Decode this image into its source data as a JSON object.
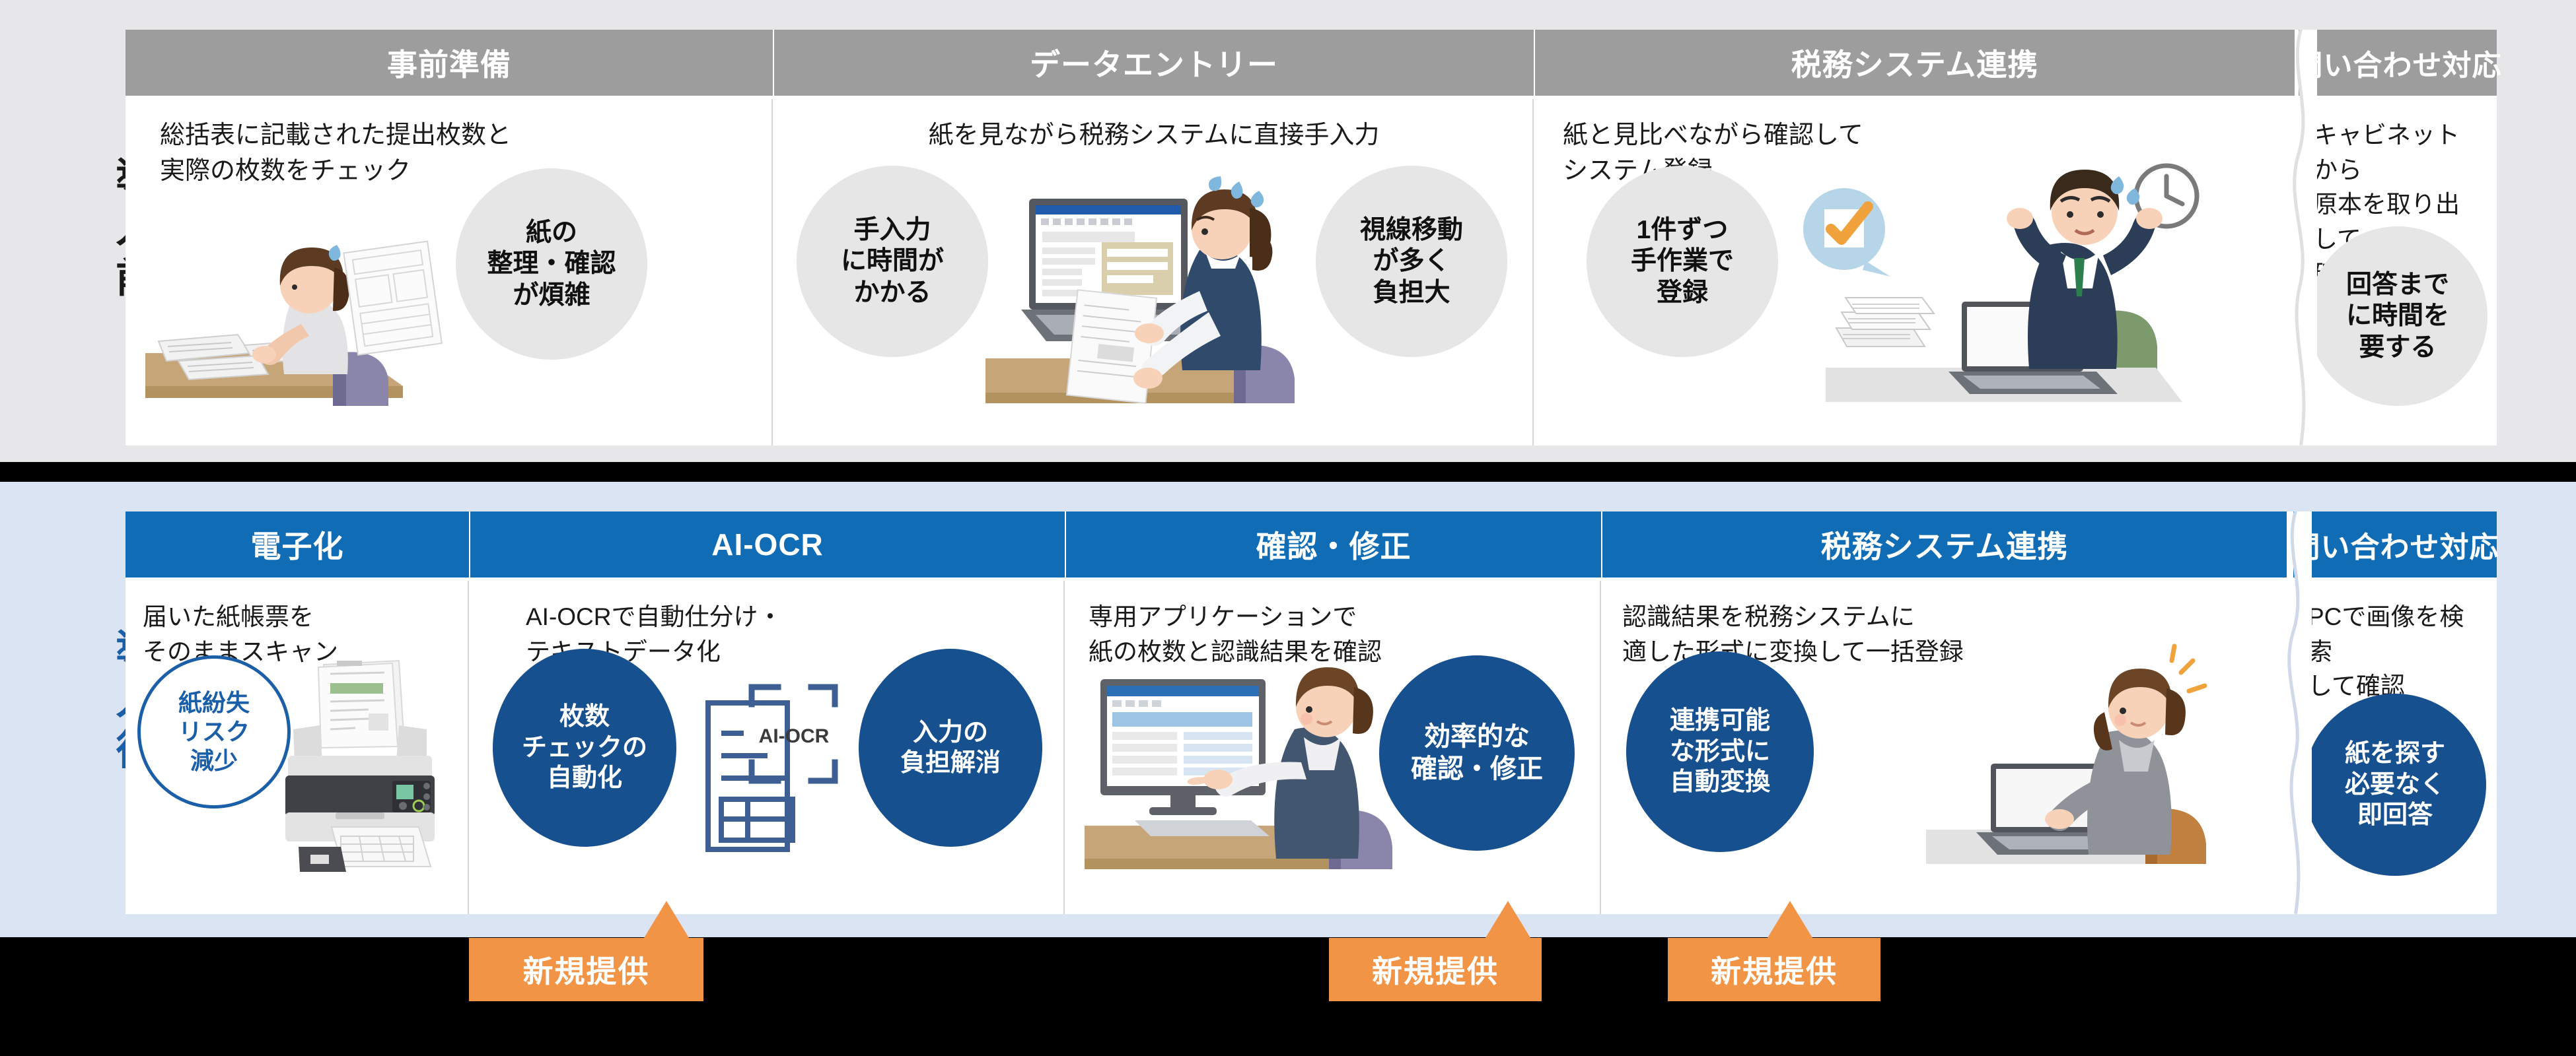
{
  "colors": {
    "band_before_bg": "#e7e7e9",
    "band_after_bg": "#dbe4f2",
    "header_before": "#9d9d9d",
    "header_after": "#0f6cb5",
    "badge_gray": "#e6e6e6",
    "badge_blue": "#17508f",
    "badge_outline_border": "#1b5fa8",
    "accent_orange": "#f29445",
    "page_bg": "#000000",
    "label_after_text": "#1b5fa8"
  },
  "rows": {
    "before": {
      "label": "導入前"
    },
    "after": {
      "label": "導入後"
    }
  },
  "before_steps": [
    {
      "title": "事前準備",
      "description": "総括表に記載された提出枚数と\n実際の枚数をチェック",
      "badge": {
        "text": "紙の\n整理・確認\nが煩雑",
        "style": "gray"
      },
      "illustration": "woman-checking-papers-at-desk-icon"
    },
    {
      "title": "データエントリー",
      "description": "紙を見ながら税務システムに直接手入力",
      "badge": {
        "text": "手入力\nに時間が\nかかる",
        "style": "gray"
      },
      "badge2": {
        "text": "視線移動\nが多く\n負担大",
        "style": "gray"
      },
      "illustration": "woman-typing-laptop-with-paper-icon"
    },
    {
      "title": "税務システム連携",
      "description": "紙と見比べながら確認して\nシステム登録",
      "badge": {
        "text": "1件ずつ\n手作業で\n登録",
        "style": "gray"
      },
      "illustration": "stressed-man-at-laptop-with-clock-icon"
    },
    {
      "title": "問い合わせ対応",
      "description": "キャビネットから\n原本を取り出して\n確認",
      "badge": {
        "text": "回答まで\nに時間を\n要する",
        "style": "gray"
      },
      "illustration": "none"
    }
  ],
  "after_steps": [
    {
      "title": "電子化",
      "description": "届いた紙帳票を\nそのままスキャン",
      "badge": {
        "text": "紙紛失\nリスク\n減少",
        "style": "outline"
      },
      "illustration": "document-scanner-icon"
    },
    {
      "title": "AI-OCR",
      "description": "AI-OCRで自動仕分け・\nテキストデータ化",
      "badge": {
        "text": "枚数\nチェックの\n自動化",
        "style": "blue"
      },
      "badge2": {
        "text": "入力の\n負担解消",
        "style": "blue"
      },
      "illustration": "ai-ocr-scan-document-icon",
      "illustration_label": "AI-OCR"
    },
    {
      "title": "確認・修正",
      "description": "専用アプリケーションで\n紙の枚数と認識結果を確認",
      "badge": {
        "text": "効率的な\n確認・修正",
        "style": "blue"
      },
      "illustration": "woman-reviewing-monitor-icon"
    },
    {
      "title": "税務システム連携",
      "description": "認識結果を税務システムに\n適した形式に変換して一括登録",
      "badge": {
        "text": "連携可能\nな形式に\n自動変換",
        "style": "blue"
      },
      "illustration": "happy-woman-at-laptop-icon"
    },
    {
      "title": "問い合わせ対応",
      "description": "PCで画像を検索\nして確認",
      "badge": {
        "text": "紙を探す\n必要なく\n即回答",
        "style": "blue"
      },
      "illustration": "none"
    }
  ],
  "new_offerings": [
    {
      "label": "新規提供"
    },
    {
      "label": "新規提供"
    },
    {
      "label": "新規提供"
    }
  ]
}
